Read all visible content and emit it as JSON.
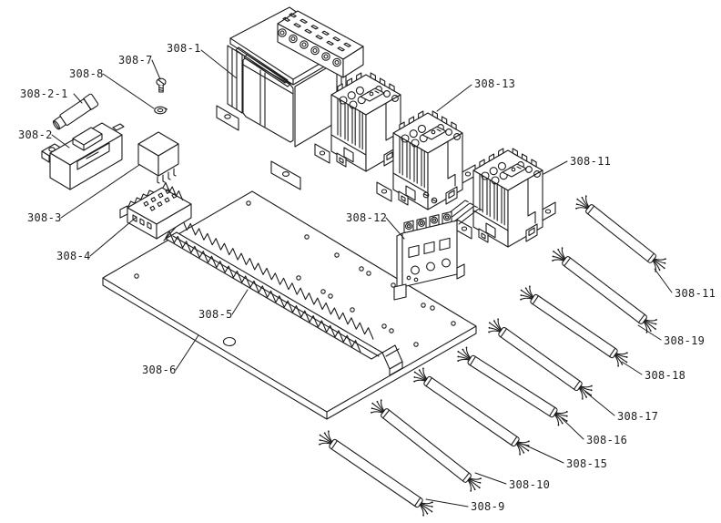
{
  "colors": {
    "line": "#1c1c1c",
    "background": "#ffffff"
  },
  "callouts": {
    "transformer": "308-1",
    "fuse": "308-2-1",
    "fuse_holder": "308-2",
    "relay": "308-3",
    "relay_socket": "308-4",
    "terminal_strip": "308-5",
    "mounting_plate": "308-6",
    "screw": "308-7",
    "washer": "308-8",
    "wire_9": "308-9",
    "wire_10": "308-10",
    "contactor_right": "308-11",
    "wire_11": "308-11",
    "overload_relay": "308-12",
    "contactor_middle": "308-13",
    "wire_15": "308-15",
    "wire_16": "308-16",
    "wire_17": "308-17",
    "wire_18": "308-18",
    "wire_19": "308-19"
  }
}
